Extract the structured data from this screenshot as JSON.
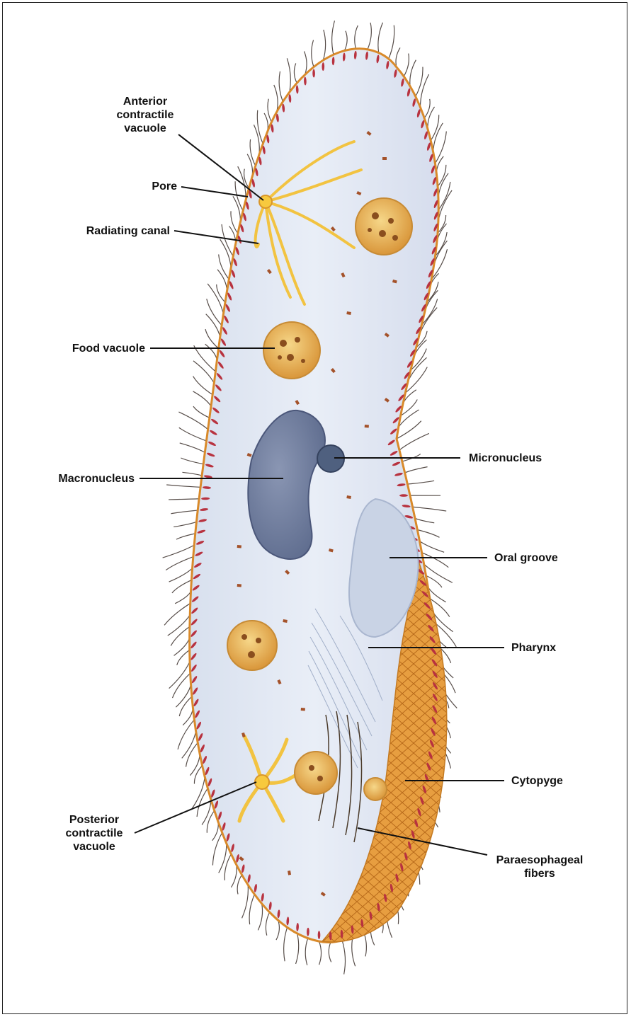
{
  "colors": {
    "cytoplasm": "#e2e8f2",
    "pellicle": "#d98a2a",
    "cilia": "#3a2f2a",
    "trichocyst": "#b8323f",
    "food_vacuole": "#e8b457",
    "macronucleus": "#6f7ea0",
    "micronucleus": "#4f607f",
    "vacuole_canal": "#f2c341",
    "oral_area": "#e39a3a",
    "leader": "#111111"
  },
  "labels": {
    "anterior_contractile_vacuole": "Anterior\ncontractile\nvacuole",
    "pore": "Pore",
    "radiating_canal": "Radiating canal",
    "food_vacuole": "Food vacuole",
    "macronucleus": "Macronucleus",
    "micronucleus": "Micronucleus",
    "oral_groove": "Oral groove",
    "pharynx": "Pharynx",
    "cytopyge": "Cytopyge",
    "posterior_contractile_vacuole": "Posterior\ncontractile\nvacuole",
    "paraesophageal_fibers": "Paraesophageal\nfibers"
  }
}
